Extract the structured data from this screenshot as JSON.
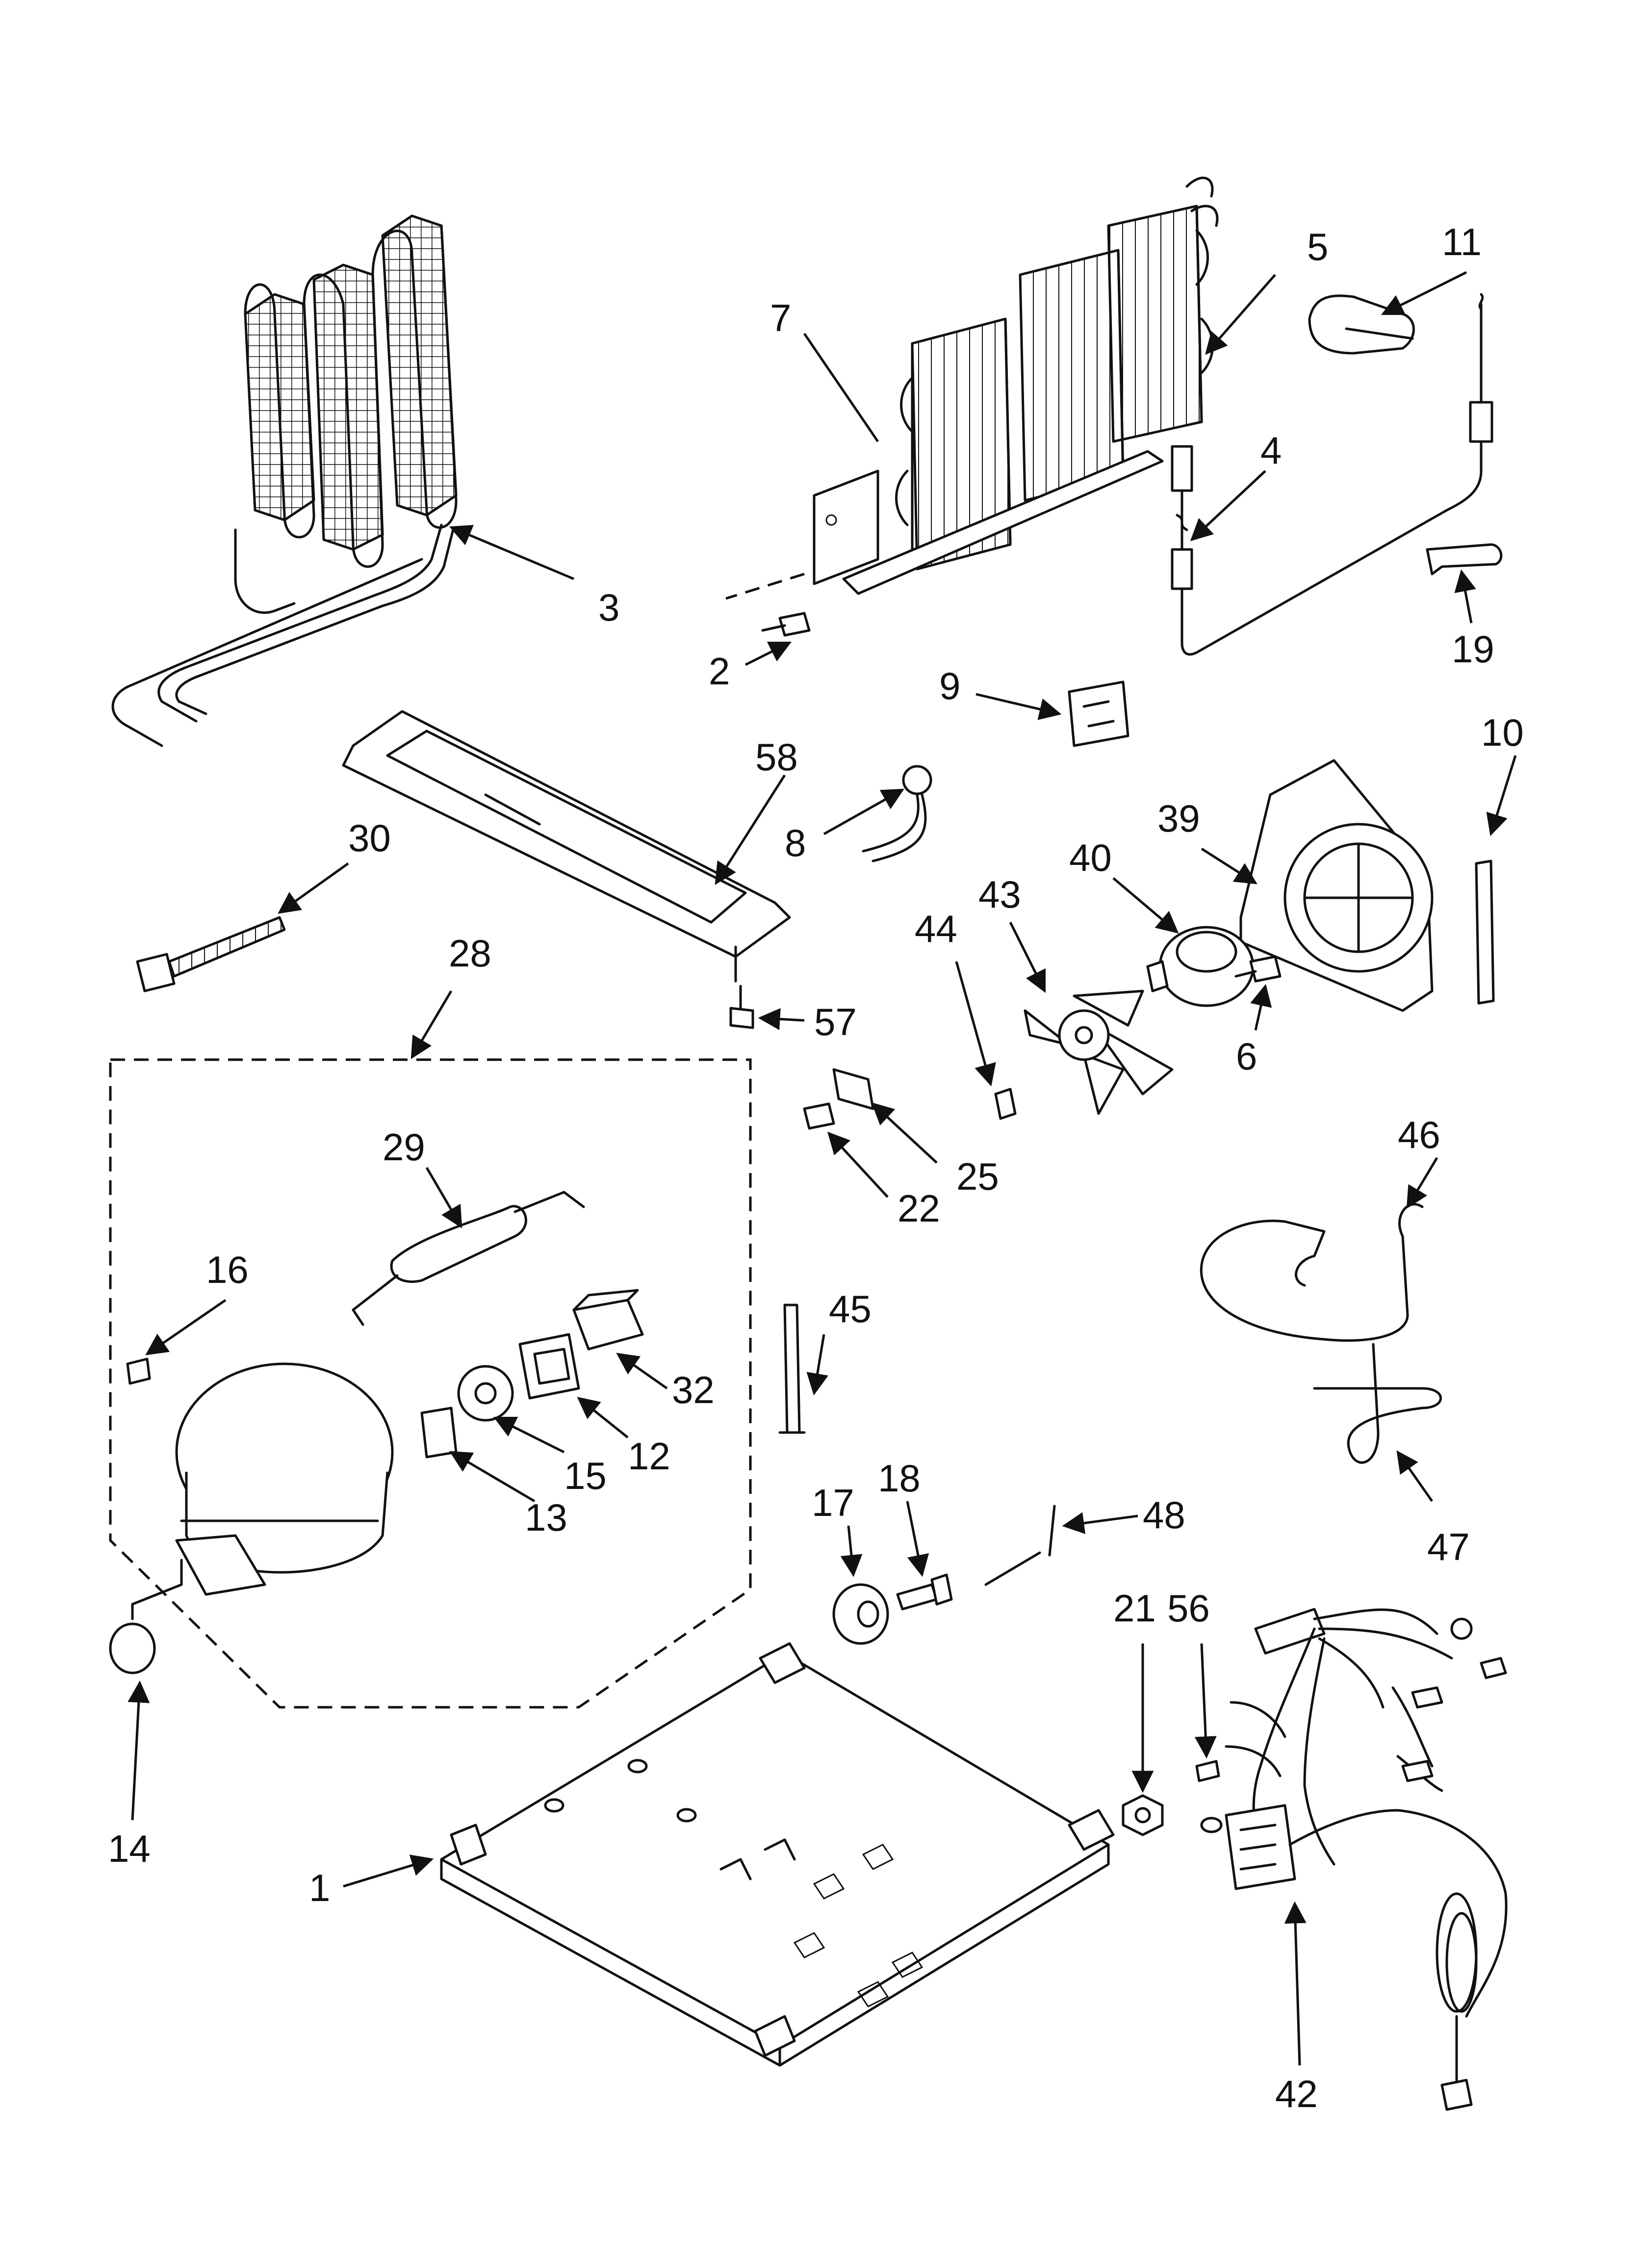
{
  "callouts": {
    "c1": "1",
    "c2": "2",
    "c3": "3",
    "c4": "4",
    "c5": "5",
    "c6": "6",
    "c7": "7",
    "c8": "8",
    "c9": "9",
    "c10": "10",
    "c11": "11",
    "c12": "12",
    "c13": "13",
    "c14": "14",
    "c15": "15",
    "c16": "16",
    "c17": "17",
    "c18": "18",
    "c19": "19",
    "c21": "21",
    "c22": "22",
    "c25": "25",
    "c28": "28",
    "c29": "29",
    "c30": "30",
    "c32": "32",
    "c39": "39",
    "c40": "40",
    "c42": "42",
    "c43": "43",
    "c44": "44",
    "c45": "45",
    "c46": "46",
    "c47": "47",
    "c48": "48",
    "c56": "56",
    "c57": "57",
    "c58": "58"
  }
}
